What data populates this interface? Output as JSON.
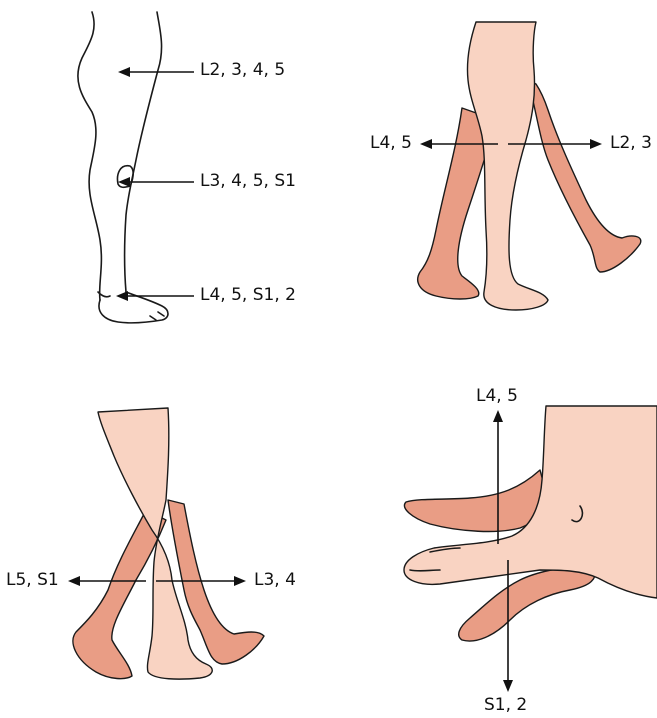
{
  "panels": {
    "leg_sensation": {
      "label_hip": "L2, 3, 4, 5",
      "label_knee": "L3, 4, 5, S1",
      "label_ankle": "L4, 5, S1, 2"
    },
    "hip_flex_ext": {
      "label_left": "L4, 5",
      "label_right": "L2, 3"
    },
    "knee_flex_ext": {
      "label_left": "L5, S1",
      "label_right": "L3, 4"
    },
    "ankle_dorsi_plantar": {
      "label_top": "L4, 5",
      "label_bottom": "S1, 2"
    }
  },
  "colors": {
    "skin_light": "#f9d3c2",
    "skin_dark": "#e99d85",
    "line": "#1a1a1a"
  }
}
